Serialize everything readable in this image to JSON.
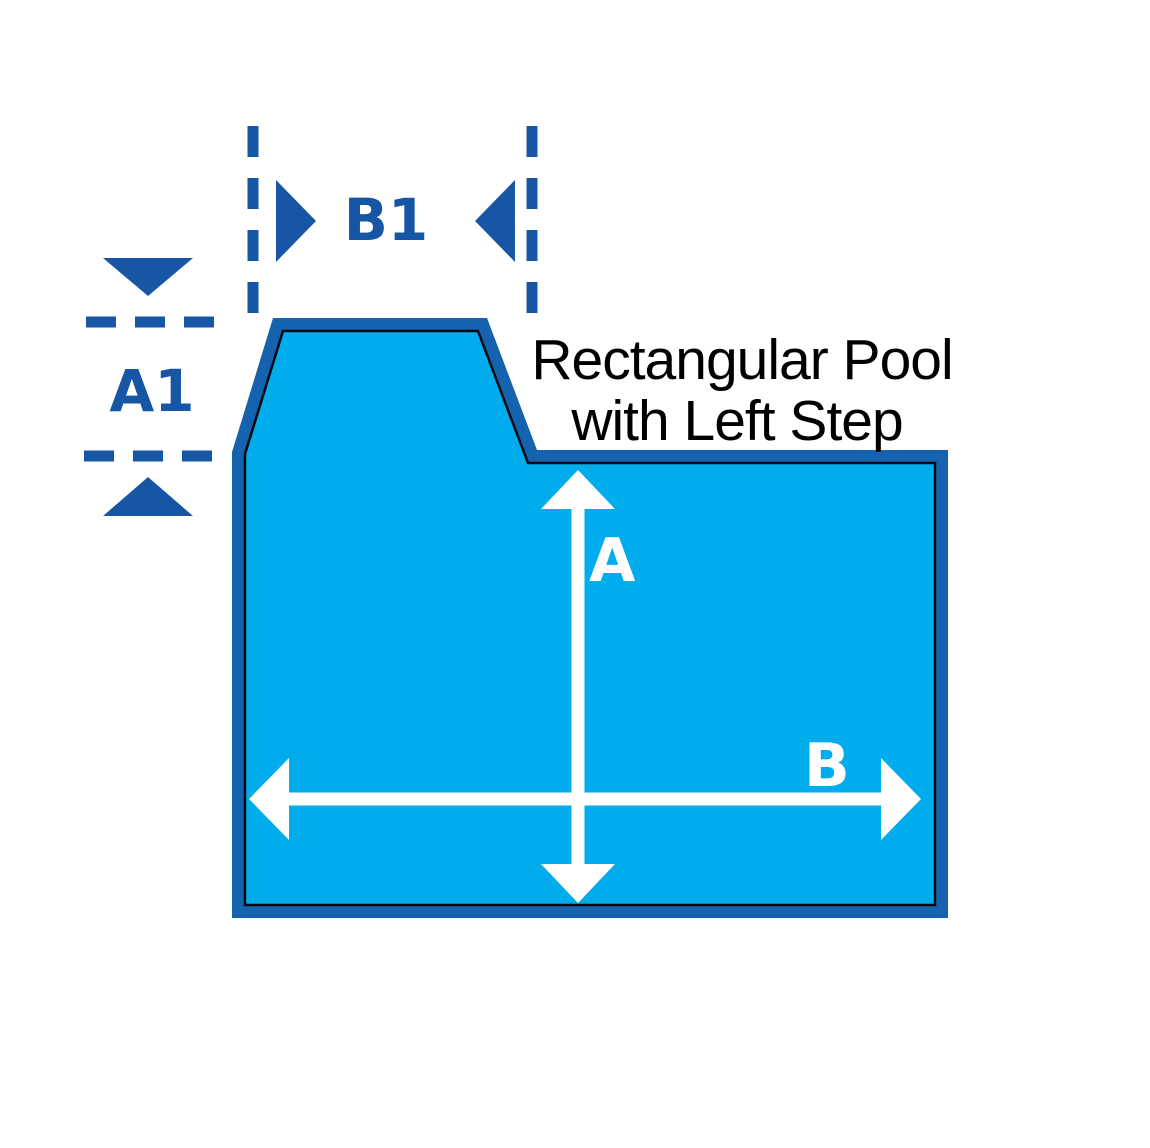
{
  "title": {
    "line1": "Rectangular Pool",
    "line2": "with Left Step"
  },
  "dimension_labels": {
    "step_width": "B1",
    "step_height": "A1",
    "pool_height": "A",
    "pool_width": "B"
  },
  "colors": {
    "background": "#FFFFFF",
    "pool_fill": "#00ACEC",
    "pool_border": "#1562AE",
    "pool_inner_outline": "#0A0A12",
    "dimension_blue": "#1656A5",
    "measure_arrow_white": "#FFFFFF",
    "title_text": "#000000"
  }
}
